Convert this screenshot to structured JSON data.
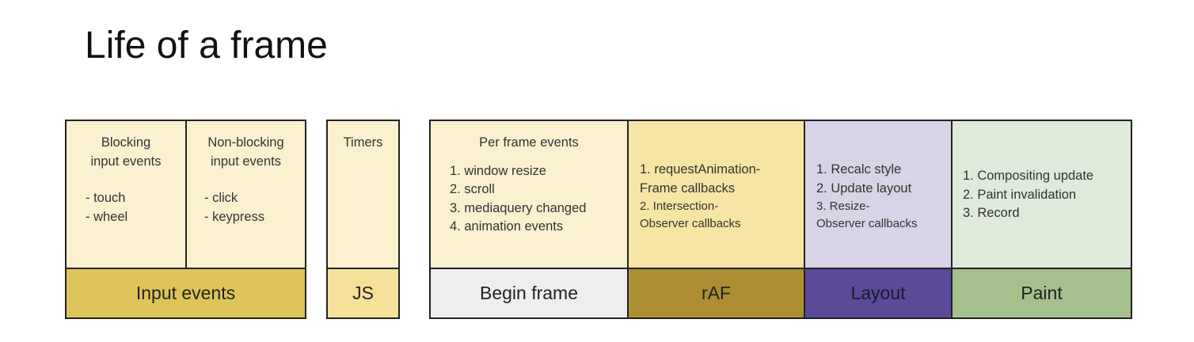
{
  "title": "Life of a frame",
  "input_group": {
    "blocking": {
      "heading": [
        "Blocking",
        "input events"
      ],
      "items": [
        "- touch",
        "- wheel"
      ]
    },
    "non_blocking": {
      "heading": [
        "Non-blocking",
        "input events"
      ],
      "items": [
        "- click",
        "- keypress"
      ]
    },
    "label": "Input events",
    "colors": {
      "top": "#fbf1cf",
      "bottom": "#dfc459"
    }
  },
  "js_group": {
    "heading": "Timers",
    "label": "JS",
    "colors": {
      "top": "#fbf1cf",
      "bottom": "#f6e19b"
    }
  },
  "frame_group": {
    "begin": {
      "heading": "Per frame events",
      "items": [
        "1. window resize",
        "2. scroll",
        "3. mediaquery changed",
        "4. animation events"
      ],
      "label": "Begin frame",
      "colors": {
        "top": "#fbf1cf",
        "bottom": "#eeeeee"
      }
    },
    "raf": {
      "items": [
        "1. requestAnimation-",
        "Frame callbacks"
      ],
      "sub_items": [
        "2. Intersection-",
        "Observer callbacks"
      ],
      "label": "rAF",
      "colors": {
        "top": "#f6e5a4",
        "bottom": "#ad8e33"
      }
    },
    "layout": {
      "items": [
        "1. Recalc style",
        "2. Update layout"
      ],
      "sub_items": [
        "3. Resize-",
        "Observer callbacks"
      ],
      "label": "Layout",
      "colors": {
        "top": "#d8d3e6",
        "bottom": "#5b4a98"
      }
    },
    "paint": {
      "items": [
        "1. Compositing update",
        "2. Paint invalidation",
        "3. Record"
      ],
      "label": "Paint",
      "colors": {
        "top": "#dfeadb",
        "bottom": "#a4c08c"
      }
    }
  }
}
